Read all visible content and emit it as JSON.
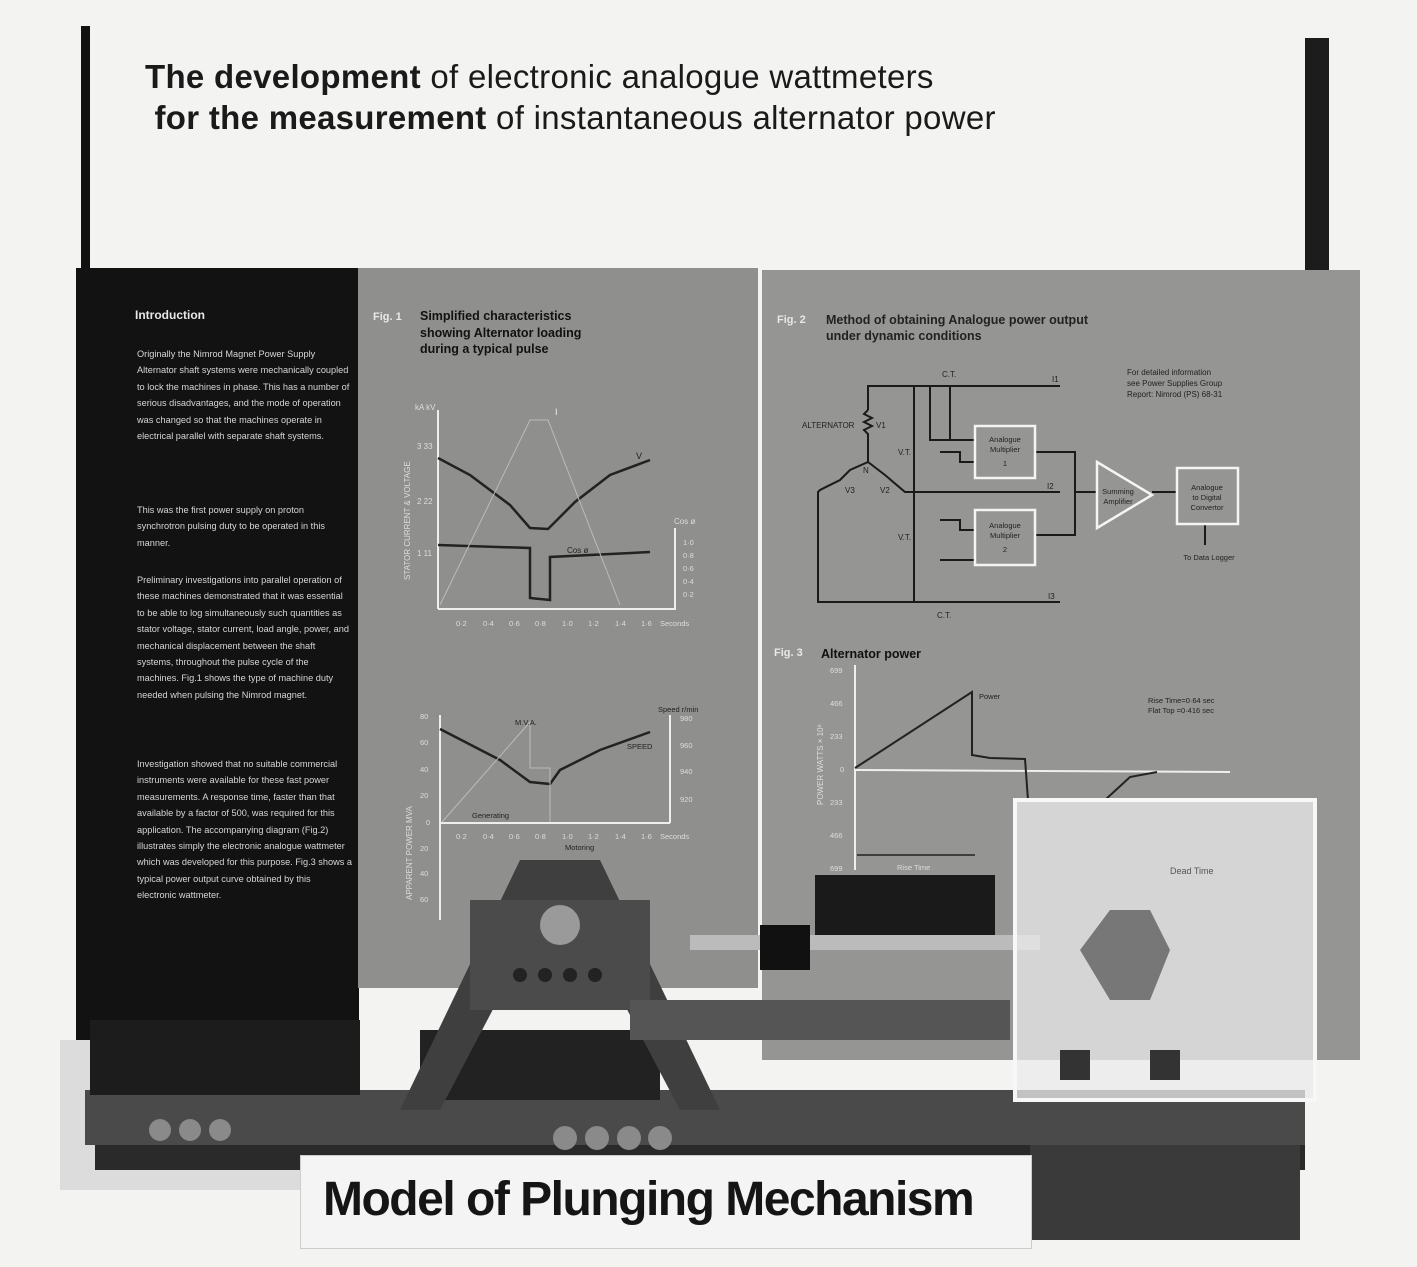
{
  "title": {
    "line1_bold": "The development",
    "line1_light": " of electronic analogue wattmeters",
    "line2_bold": "for the measurement",
    "line2_light": " of instantaneous alternator power"
  },
  "intro": {
    "heading": "Introduction",
    "paragraphs": [
      "Originally the Nimrod Magnet Power Supply Alternator shaft systems were mechanically coupled to lock the machines in phase. This has a number of serious disadvantages, and the mode of operation was changed so that the machines operate in electrical parallel with separate shaft systems.",
      "This was the first power supply on proton synchrotron pulsing duty to be operated in this manner.",
      "Preliminary investigations into parallel operation of these machines demonstrated that it was essential to be able to log simultaneously such quantities as stator voltage, stator current, load angle, power, and mechanical displacement between the shaft systems, throughout the pulse cycle of the machines. Fig.1 shows the type of machine duty needed when pulsing the Nimrod magnet.",
      "Investigation showed that no suitable commercial instruments were available for these fast power measurements. A response time, faster than that available by a factor of 500, was required for this application. The accompanying diagram (Fig.2) illustrates simply the electronic analogue wattmeter which was developed for this purpose. Fig.3 shows a typical power output curve obtained by this electronic wattmeter."
    ]
  },
  "fig1": {
    "num": "Fig. 1",
    "title": [
      "Simplified characteristics",
      "showing Alternator loading",
      "during a typical pulse"
    ],
    "unit": "kA kV",
    "ylabel": "STATOR CURRENT & VOLTAGE",
    "yticks": [
      "3 33",
      "2 22",
      "1 11"
    ],
    "cos_title": "Cos ø",
    "cos_ticks": [
      "1·0",
      "0·8",
      "0·6",
      "0·4",
      "0·2"
    ],
    "xticks": [
      "0·2",
      "0·4",
      "0·6",
      "0·8",
      "1·0",
      "1·2",
      "1·4",
      "1·6"
    ],
    "xunit": "Seconds",
    "labels": {
      "i": "I",
      "v": "V",
      "cos": "Cos ø"
    }
  },
  "fig1b": {
    "ylabel": "APPARENT POWER MVA",
    "yticks": [
      "80",
      "60",
      "40",
      "20",
      "0",
      "20",
      "40",
      "60"
    ],
    "speed_title": "Speed r/min",
    "speed_ticks": [
      "980",
      "960",
      "940",
      "920"
    ],
    "xticks": [
      "0·2",
      "0·4",
      "0·6",
      "0·8",
      "1·0",
      "1·2",
      "1·4",
      "1·6"
    ],
    "xunit": "Seconds",
    "labels": {
      "mva": "M.V.A.",
      "speed": "SPEED",
      "generating": "Generating",
      "motoring": "Motoring"
    }
  },
  "fig2": {
    "num": "Fig. 2",
    "title": [
      "Method of obtaining Analogue power output",
      "under dynamic conditions"
    ],
    "note": [
      "For detailed information",
      "see Power Supplies Group",
      "Report: Nimrod (PS) 68-31"
    ],
    "alternator": "ALTERNATOR",
    "v1": "V1",
    "v2": "V2",
    "v3": "V3",
    "n": "N",
    "ct": "C.T.",
    "vt": "V.T.",
    "i1": "I1",
    "i2": "I2",
    "i3": "I3",
    "mult1": [
      "Analogue",
      "Multiplier",
      "1"
    ],
    "mult2": [
      "Analogue",
      "Multiplier",
      "2"
    ],
    "summing": [
      "Summing",
      "Amplifier"
    ],
    "adc": [
      "Analogue",
      "to Digital",
      "Convertor"
    ],
    "logger": "To Data Logger"
  },
  "fig3": {
    "num": "Fig. 3",
    "title": "Alternator power",
    "ylabel": "POWER WATTS × 10⁶",
    "yticks": [
      "699",
      "466",
      "233",
      "0",
      "233",
      "466",
      "699"
    ],
    "power_label": "Power",
    "rise": "Rise Time=0·64 sec",
    "flat": "Flat Top =0·416 sec",
    "rise_label": "Rise Time",
    "dead_label": "Dead Time"
  },
  "caption": "Model of Plunging Mechanism"
}
